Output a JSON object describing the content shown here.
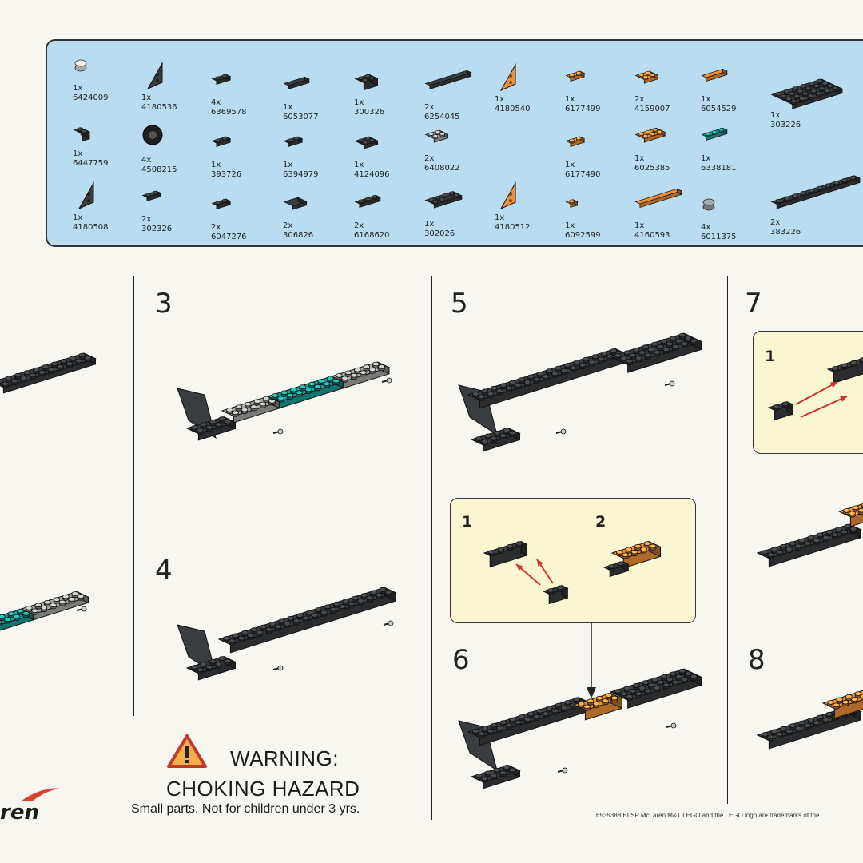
{
  "parts": [
    {
      "qty": "1x",
      "id": "6424009",
      "color": "white",
      "shape": "round"
    },
    {
      "qty": "1x",
      "id": "6447759",
      "color": "dark",
      "shape": "stack"
    },
    {
      "qty": "1x",
      "id": "4180508",
      "color": "dark",
      "shape": "wedge"
    },
    {
      "qty": "1x",
      "id": "4180536",
      "color": "dark",
      "shape": "wedge"
    },
    {
      "qty": "4x",
      "id": "4508215",
      "color": "dark",
      "shape": "tire"
    },
    {
      "qty": "2x",
      "id": "302326",
      "color": "dark",
      "shape": "plate2"
    },
    {
      "qty": "4x",
      "id": "6369578",
      "color": "dark",
      "shape": "slope"
    },
    {
      "qty": "1x",
      "id": "393726",
      "color": "dark",
      "shape": "bracket"
    },
    {
      "qty": "2x",
      "id": "6047276",
      "color": "dark",
      "shape": "slope"
    },
    {
      "qty": "1x",
      "id": "6053077",
      "color": "dark",
      "shape": "curve"
    },
    {
      "qty": "1x",
      "id": "6394979",
      "color": "dark",
      "shape": "jumper"
    },
    {
      "qty": "2x",
      "id": "306826",
      "color": "dark",
      "shape": "tile"
    },
    {
      "qty": "1x",
      "id": "300326",
      "color": "dark",
      "shape": "brick4"
    },
    {
      "qty": "1x",
      "id": "4124096",
      "color": "dark",
      "shape": "plate4"
    },
    {
      "qty": "2x",
      "id": "6168620",
      "color": "dark",
      "shape": "plate6"
    },
    {
      "qty": "2x",
      "id": "6254045",
      "color": "dark",
      "shape": "tile6"
    },
    {
      "qty": "2x",
      "id": "6408022",
      "color": "grey",
      "shape": "axle"
    },
    {
      "qty": "1x",
      "id": "302026",
      "color": "dark",
      "shape": "plate8"
    },
    {
      "qty": "1x",
      "id": "4180540",
      "color": "orange",
      "shape": "wedge"
    },
    {
      "qty": "1x",
      "id": "4180512",
      "color": "orange",
      "shape": "wedge"
    },
    {
      "qty": "1x",
      "id": "6177499",
      "color": "orange",
      "shape": "corner"
    },
    {
      "qty": "1x",
      "id": "6177490",
      "color": "orange",
      "shape": "corner"
    },
    {
      "qty": "1x",
      "id": "6092599",
      "color": "orange",
      "shape": "plate1"
    },
    {
      "qty": "2x",
      "id": "4159007",
      "color": "orange",
      "shape": "plate4"
    },
    {
      "qty": "1x",
      "id": "6025385",
      "color": "orange",
      "shape": "wedgeplate"
    },
    {
      "qty": "1x",
      "id": "4160593",
      "color": "orange",
      "shape": "tile6"
    },
    {
      "qty": "1x",
      "id": "6054529",
      "color": "orange",
      "shape": "curve"
    },
    {
      "qty": "1x",
      "id": "6338181",
      "color": "teal",
      "shape": "plate6"
    },
    {
      "qty": "4x",
      "id": "6011375",
      "color": "grey",
      "shape": "round"
    },
    {
      "qty": "1x",
      "id": "303226",
      "color": "dark",
      "shape": "bigplate"
    },
    {
      "qty": "2x",
      "id": "383226",
      "color": "dark",
      "shape": "longplate"
    }
  ],
  "steps": {
    "s3": "3",
    "s4": "4",
    "s5": "5",
    "s6": "6",
    "s7": "7",
    "s8": "8",
    "sub1a": "1",
    "sub2a": "2",
    "sub1b": "1"
  },
  "warning": {
    "title": "WARNING:",
    "subtitle": "CHOKING HAZARD",
    "note": "Small parts. Not for children under 3 yrs."
  },
  "footer": "6535388  BI SP McLaren M&T  LEGO and the LEGO logo are trademarks of the",
  "brand_text": "ren",
  "colors": {
    "dark": "#3a3d40",
    "orange": "#f0913a",
    "teal": "#1aa39a",
    "grey": "#a9aaa6",
    "white": "#f2f2f2",
    "panel": "#b9dcf1",
    "callout": "#fbf6d2"
  }
}
